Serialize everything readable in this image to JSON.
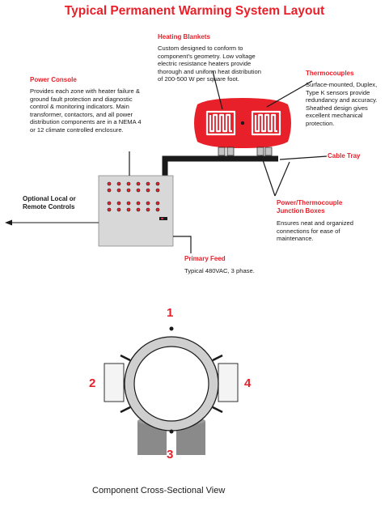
{
  "title": "Typical Permanent Warming System Layout",
  "heating_blankets": {
    "heading": "Heating Blankets",
    "body": "Custom designed to conform to component's geometry. Low voltage electric resistance heaters provide thorough and uniform heat distribution of 200-500 W per square foot."
  },
  "power_console": {
    "heading": "Power Console",
    "body": "Provides each zone with heater failure & ground fault protection and diagnostic control & monitoring indicators. Main transformer, contactors, and all power distribution components are in a NEMA 4 or 12 climate controlled enclosure."
  },
  "thermocouples": {
    "heading": "Thermocouples",
    "body": "Surface-mounted, Duplex, Type K sensors provide redundancy and accuracy. Sheathed design gives excellent mechanical protection."
  },
  "cable_tray": {
    "heading": "Cable Tray"
  },
  "junction_boxes": {
    "heading_line1": "Power/Thermocouple",
    "heading_line2": "Junction Boxes",
    "body": "Ensures neat and organized connections for ease of maintenance."
  },
  "optional_controls": {
    "line1": "Optional Local or",
    "line2": "Remote Controls"
  },
  "primary_feed": {
    "heading": "Primary Feed",
    "body": "Typical 480VAC, 3 phase."
  },
  "cross_section": {
    "labels": [
      "1",
      "2",
      "3",
      "4"
    ],
    "caption": "Component Cross-Sectional View"
  },
  "colors": {
    "accent_red": "#e8202a",
    "panel_gray": "#d8d8d8",
    "ring_gray": "#cfcfcf",
    "pipe_gray": "#8a8a8a",
    "line_black": "#1a1a1a"
  }
}
